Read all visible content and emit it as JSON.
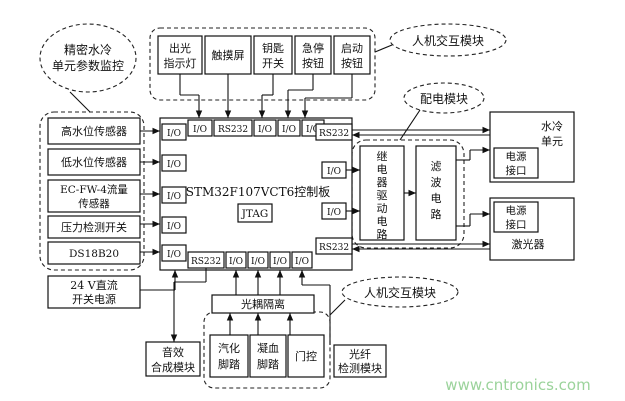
{
  "labels": {
    "precision_cooling": [
      "精密水冷",
      "单元参数监控"
    ],
    "hmi_top": "人机交互模块",
    "hmi_bottom": "人机交互模块",
    "power_dist": "配电模块",
    "top_buttons": [
      [
        "出光",
        "指示灯"
      ],
      [
        "触摸屏"
      ],
      [
        "钥匙",
        "开关"
      ],
      [
        "急停",
        "按钮"
      ],
      [
        "启动",
        "按钮"
      ]
    ],
    "sensors": [
      [
        "高水位传感器"
      ],
      [
        "低水位传感器"
      ],
      [
        "EC-FW-4流量",
        "传感器"
      ],
      [
        "压力检测开关"
      ],
      [
        "DS18B20"
      ]
    ],
    "power_24v": [
      "24 V直流",
      "开关电源"
    ],
    "mcu": "STM32F107VCT6控制板",
    "jtag": "JTAG",
    "io": "I/O",
    "rs232": "RS232",
    "relay_drive": [
      "继",
      "电",
      "器",
      "驱",
      "动",
      "电",
      "路"
    ],
    "filter": [
      "滤",
      "波",
      "电",
      "路"
    ],
    "water_cooling_unit": [
      "水冷",
      "单元"
    ],
    "power_interface_1": [
      "电源",
      "接口"
    ],
    "power_interface_2": [
      "电源",
      "接口"
    ],
    "laser": "激光器",
    "optocoupler": "光耦隔离",
    "bottom_items": {
      "sound": [
        "音效",
        "合成模块"
      ],
      "gas_pedal": [
        "汽化",
        "脚踏"
      ],
      "coag_pedal": [
        "凝血",
        "脚踏"
      ],
      "door": [
        "门控"
      ],
      "fiber": [
        "光纤",
        "检测模块"
      ]
    }
  },
  "watermark": "www.cntronics.com"
}
